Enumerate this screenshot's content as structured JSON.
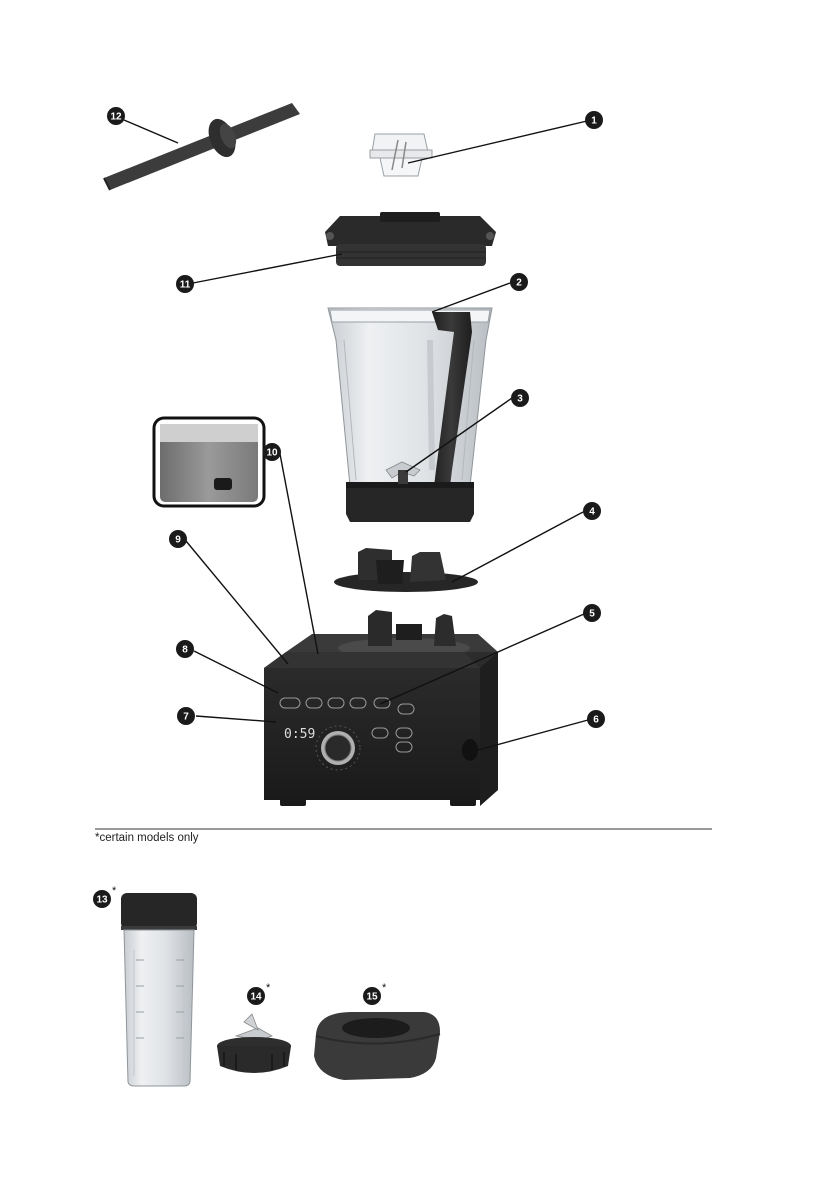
{
  "callouts": [
    {
      "id": "1",
      "label": "1"
    },
    {
      "id": "2",
      "label": "2"
    },
    {
      "id": "3",
      "label": "3"
    },
    {
      "id": "4",
      "label": "4"
    },
    {
      "id": "5",
      "label": "5"
    },
    {
      "id": "6",
      "label": "6"
    },
    {
      "id": "7",
      "label": "7"
    },
    {
      "id": "8",
      "label": "8"
    },
    {
      "id": "9",
      "label": "9"
    },
    {
      "id": "10",
      "label": "10"
    },
    {
      "id": "11",
      "label": "11"
    },
    {
      "id": "12",
      "label": "12"
    },
    {
      "id": "13",
      "label": "13"
    },
    {
      "id": "14",
      "label": "14"
    },
    {
      "id": "15",
      "label": "15"
    }
  ],
  "asterisk": "*",
  "footnote": "*certain models only",
  "display_time": "0:59",
  "colors": {
    "badge": "#1a1a1a",
    "body": "#2a2a2a",
    "glass": "#e4e6e8"
  }
}
